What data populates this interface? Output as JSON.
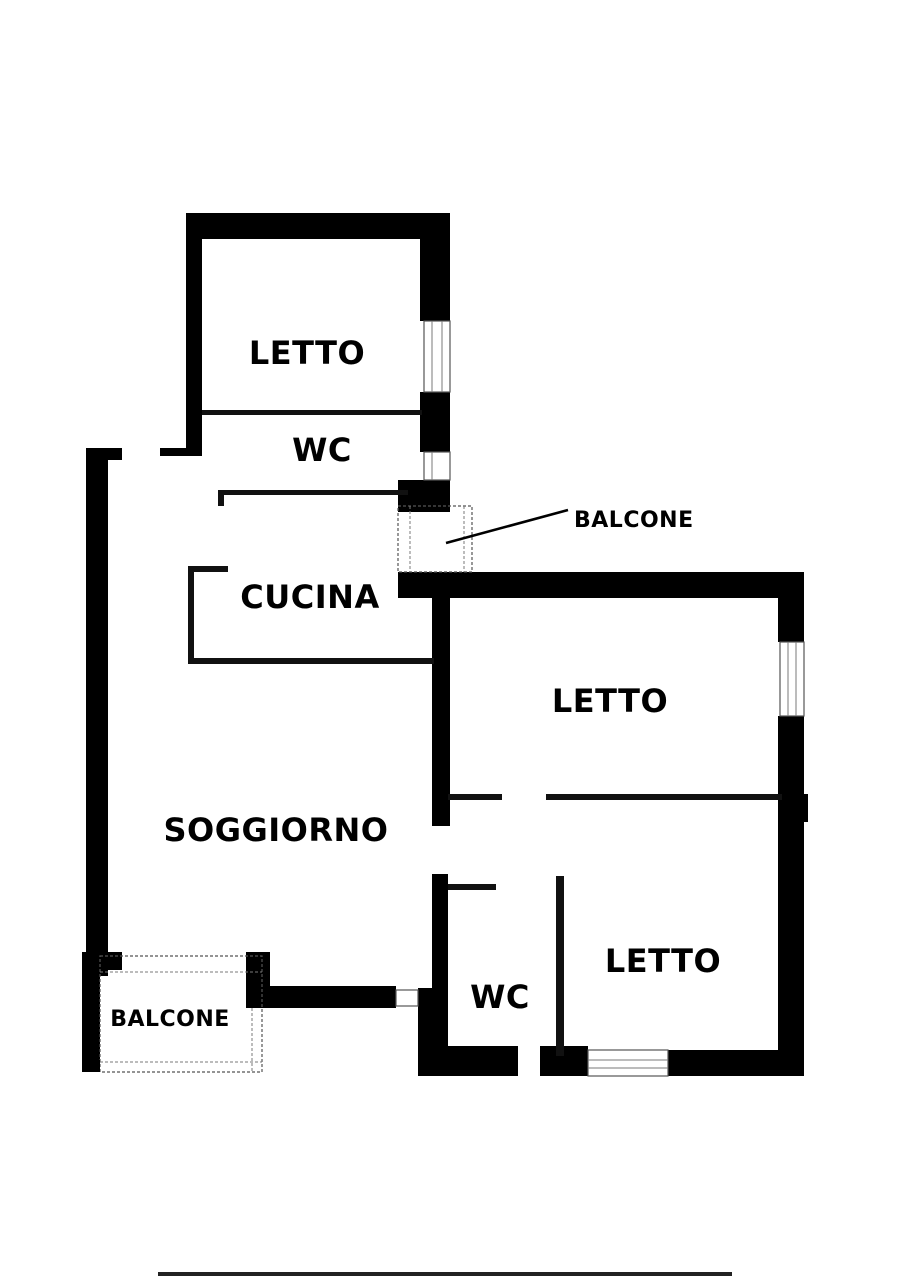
{
  "rooms": [
    {
      "id": "letto-top-left",
      "label": "LETTO"
    },
    {
      "id": "wc-top",
      "label": "WC"
    },
    {
      "id": "cucina",
      "label": "CUCINA"
    },
    {
      "id": "letto-right-upper",
      "label": "LETTO"
    },
    {
      "id": "soggiorno",
      "label": "SOGGIORNO"
    },
    {
      "id": "letto-right-lower",
      "label": "LETTO"
    },
    {
      "id": "wc-bottom",
      "label": "WC"
    }
  ],
  "balconies": [
    {
      "id": "balcone-upper",
      "label": "BALCONE"
    },
    {
      "id": "balcone-lower",
      "label": "BALCONE"
    }
  ],
  "colors": {
    "wall": "#000000",
    "background": "#ffffff"
  }
}
